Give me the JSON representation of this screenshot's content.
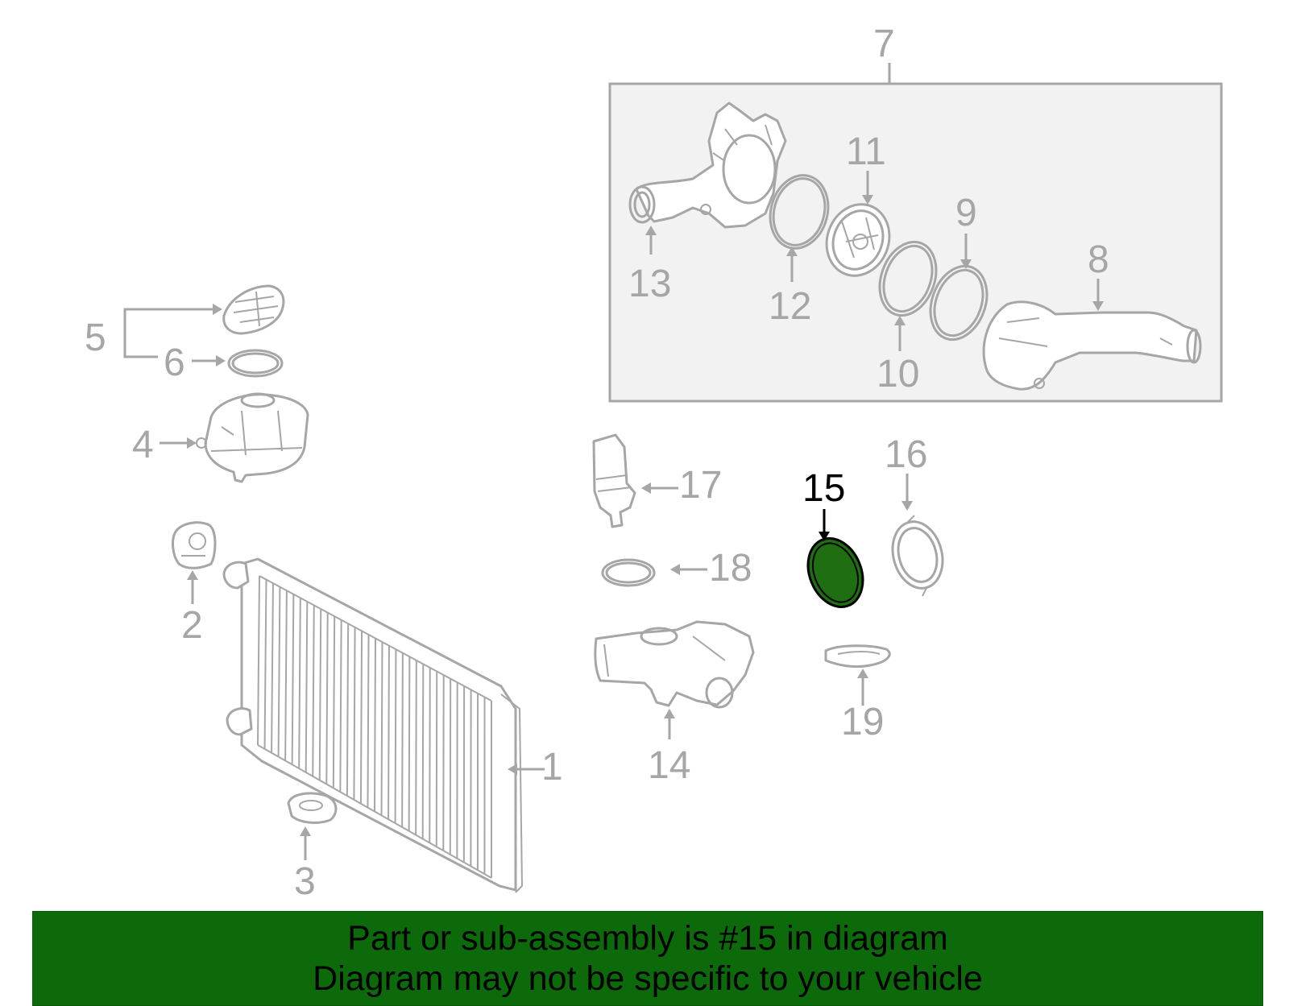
{
  "diagram": {
    "callouts": [
      {
        "id": "1",
        "label": "1"
      },
      {
        "id": "2",
        "label": "2"
      },
      {
        "id": "3",
        "label": "3"
      },
      {
        "id": "4",
        "label": "4"
      },
      {
        "id": "5",
        "label": "5"
      },
      {
        "id": "6",
        "label": "6"
      },
      {
        "id": "7",
        "label": "7"
      },
      {
        "id": "8",
        "label": "8"
      },
      {
        "id": "9",
        "label": "9"
      },
      {
        "id": "10",
        "label": "10"
      },
      {
        "id": "11",
        "label": "11"
      },
      {
        "id": "12",
        "label": "12"
      },
      {
        "id": "13",
        "label": "13"
      },
      {
        "id": "14",
        "label": "14"
      },
      {
        "id": "15",
        "label": "15"
      },
      {
        "id": "16",
        "label": "16"
      },
      {
        "id": "17",
        "label": "17"
      },
      {
        "id": "18",
        "label": "18"
      },
      {
        "id": "19",
        "label": "19"
      }
    ],
    "highlighted_part": "15",
    "colors": {
      "line_art": "#a6a6a6",
      "highlight_fill": "#1f6e12",
      "highlight_text": "#000000",
      "banner_bg": "#0c6a0b"
    }
  },
  "banner": {
    "line1": "Part or sub-assembly is #15 in diagram",
    "line2": "Diagram may not be specific to your vehicle"
  }
}
